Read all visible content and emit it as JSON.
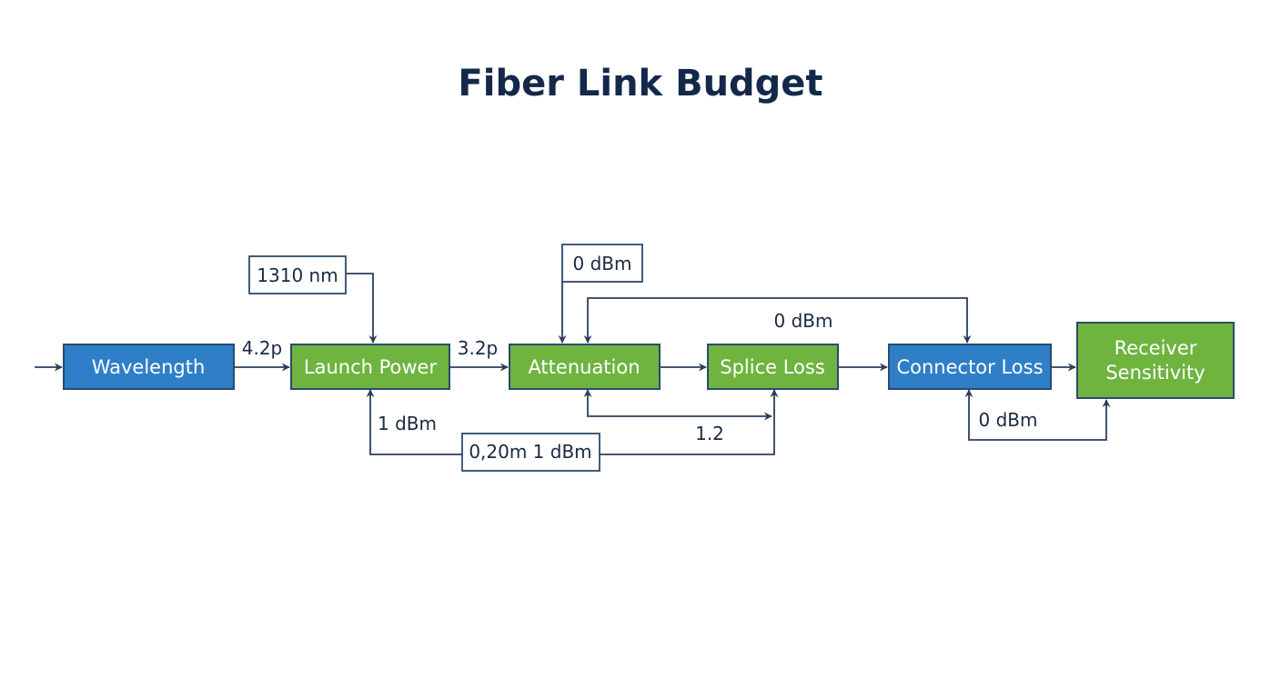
{
  "title": "Fiber Link Budget",
  "colors": {
    "blue": "#2f7fc8",
    "green": "#6eb43f",
    "line": "#2b3f5c",
    "title": "#14294a"
  },
  "nodes": {
    "wavelength": "Wavelength",
    "launch_power": "Launch Power",
    "attenuation": "Attenuation",
    "splice_loss": "Splice Loss",
    "connector_loss": "Connector Loss",
    "receiver_sensitivity_line1": "Receiver",
    "receiver_sensitivity_line2": "Sensitivity"
  },
  "labels": {
    "wl_1310": "1310 nm",
    "att_in_0dbm": "0 dBm",
    "feedback_0dbm": "0 dBm",
    "wl_to_lp": "4.2p",
    "lp_to_att": "3.2p",
    "lp_1dbm": "1 dBm",
    "bottom_box": "0,20m 1 dBm",
    "att_splice_1_2": "1.2",
    "conn_recv_0dbm": "0 dBm"
  }
}
